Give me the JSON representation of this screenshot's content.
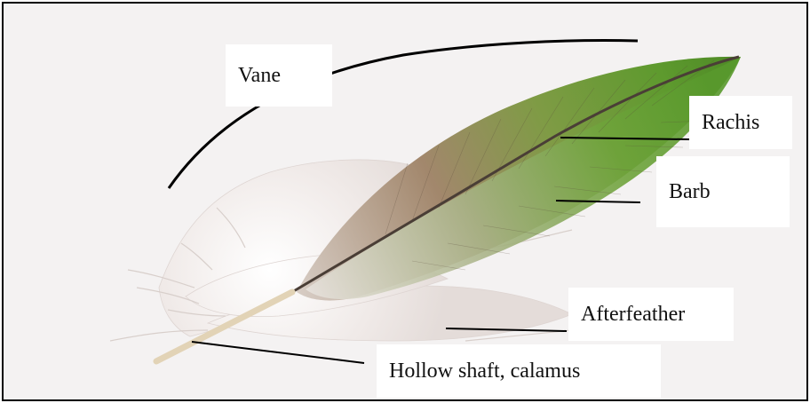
{
  "labels": {
    "vane": "Vane",
    "rachis": "Rachis",
    "barb": "Barb",
    "afterfeather": "Afterfeather",
    "calamus": "Hollow shaft, calamus"
  },
  "colors": {
    "background": "#f4f2f2",
    "frame_border": "#000000",
    "vane_green": "#5e9a2e",
    "vane_tan": "#a2876c",
    "down_white": "#efeae8",
    "rachis": "#4a3e36",
    "calamus": "#e2d3b6",
    "leader_line": "#000000"
  }
}
